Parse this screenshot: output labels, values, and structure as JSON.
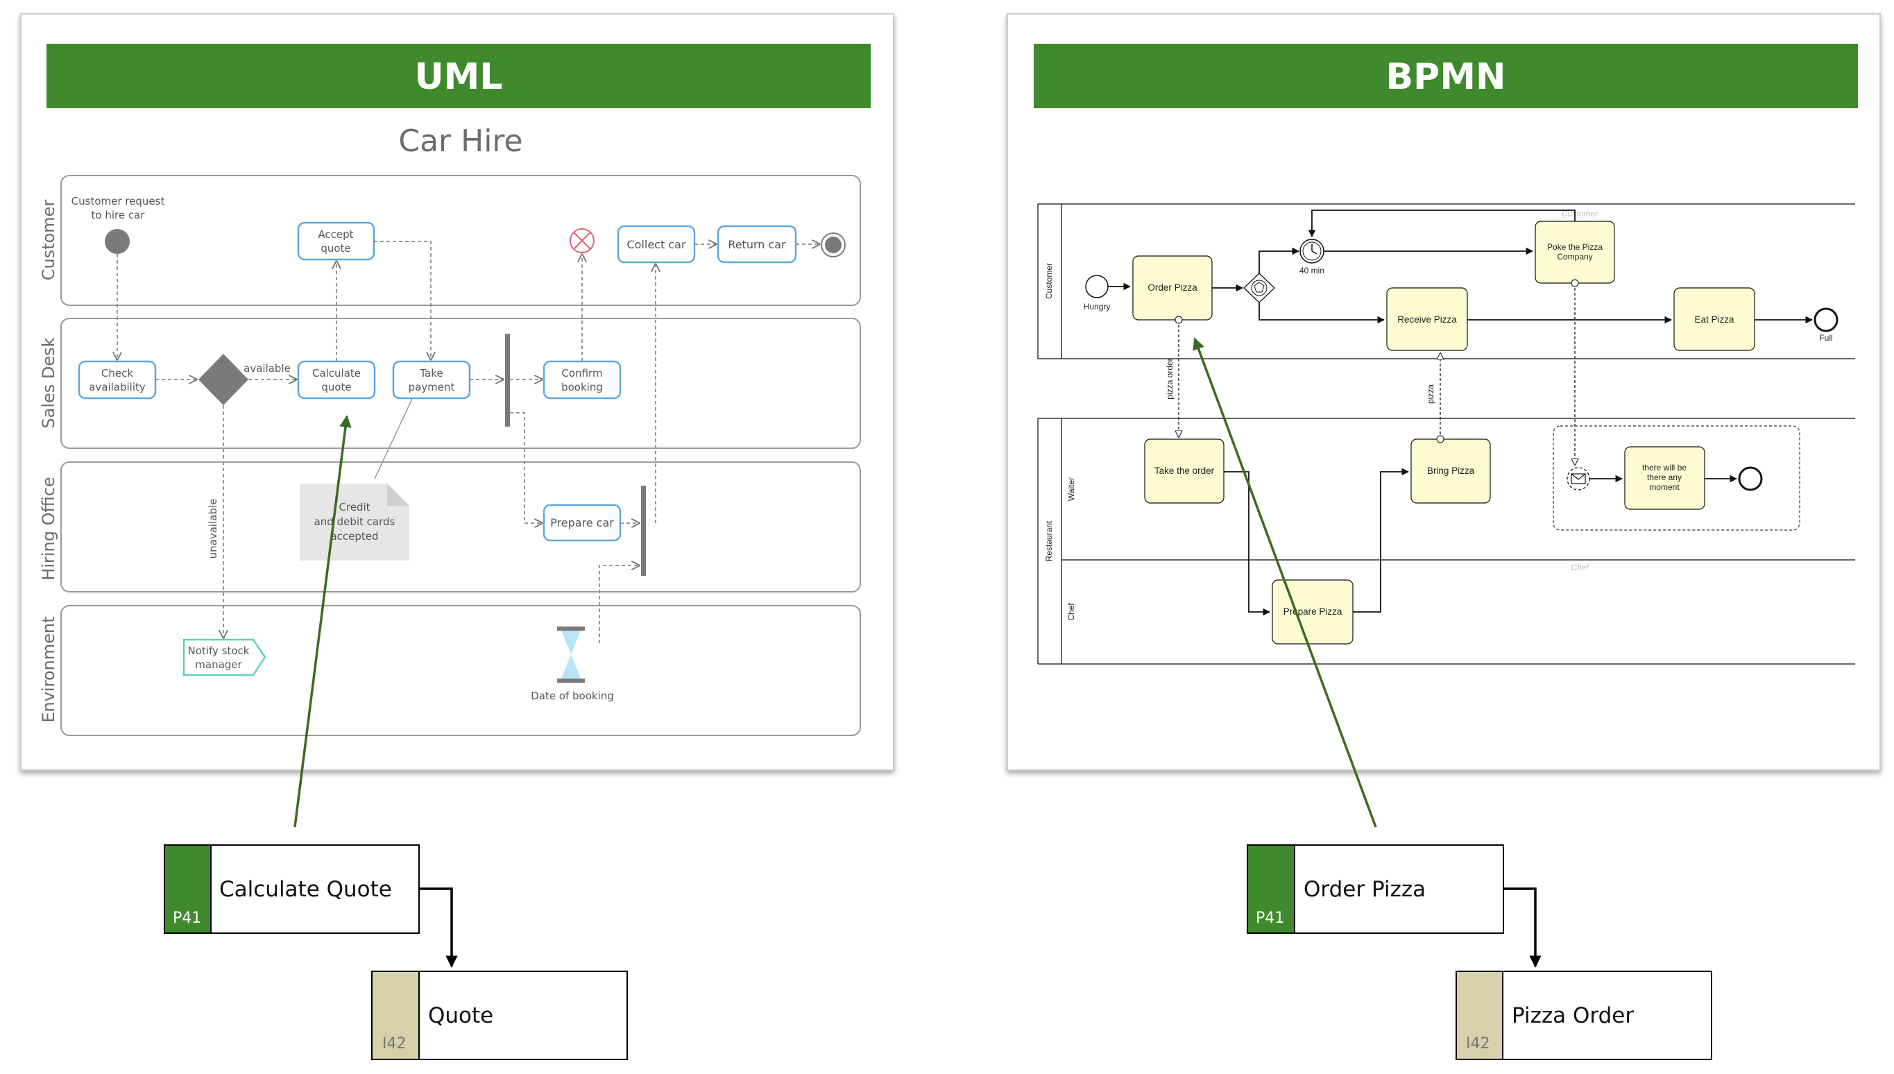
{
  "uml": {
    "header": "UML",
    "title": "Car Hire",
    "lanes": [
      "Customer",
      "Sales Desk",
      "Hiring Office",
      "Environment"
    ],
    "nodes": {
      "customer_request": [
        "Customer request",
        "to hire car"
      ],
      "accept_quote": [
        "Accept",
        "quote"
      ],
      "collect_car": "Collect car",
      "return_car": "Return car",
      "check_availability": [
        "Check",
        "availability"
      ],
      "available": "available",
      "calculate_quote": [
        "Calculate",
        "quote"
      ],
      "take_payment": [
        "Take",
        "payment"
      ],
      "confirm_booking": [
        "Confirm",
        "booking"
      ],
      "unavailable": "unavailable",
      "note": [
        "Credit",
        "and debit cards",
        "accepted"
      ],
      "prepare_car": "Prepare car",
      "notify_stock": [
        "Notify stock",
        "manager"
      ],
      "date_of_booking": "Date of booking"
    }
  },
  "bpmn": {
    "header": "BPMN",
    "pools": [
      "Customer",
      "Restaurant"
    ],
    "lanes": [
      "Waiter",
      "Chef"
    ],
    "ghost_labels": [
      "Customer",
      "Chef"
    ],
    "events": {
      "hungry": "Hungry",
      "timer": "40 min",
      "full": "Full"
    },
    "tasks": {
      "order_pizza": "Order Pizza",
      "poke": [
        "Poke the Pizza",
        "Company"
      ],
      "receive_pizza": "Receive Pizza",
      "eat_pizza": "Eat Pizza",
      "take_order": "Take the order",
      "bring_pizza": "Bring Pizza",
      "there_will_be": [
        "there will be",
        "there any",
        "moment"
      ],
      "prepare_pizza": "Prepare Pizza"
    },
    "flows": {
      "pizza_order": "pizza order",
      "pizza": "pizza"
    }
  },
  "cards": {
    "uml_process": {
      "code": "P41",
      "label": "Calculate Quote"
    },
    "uml_info": {
      "code": "I42",
      "label": "Quote"
    },
    "bpmn_process": {
      "code": "P41",
      "label": "Order Pizza"
    },
    "bpmn_info": {
      "code": "I42",
      "label": "Pizza Order"
    }
  },
  "colors": {
    "header_green": "#3e8a2c",
    "process_green": "#3e8a2c",
    "info_khaki": "#d6d1aa",
    "uml_task_stroke": "#5aa8e0",
    "bpmn_task_fill": "#fdfbd2",
    "pointer_arrow": "#3a6b22"
  }
}
